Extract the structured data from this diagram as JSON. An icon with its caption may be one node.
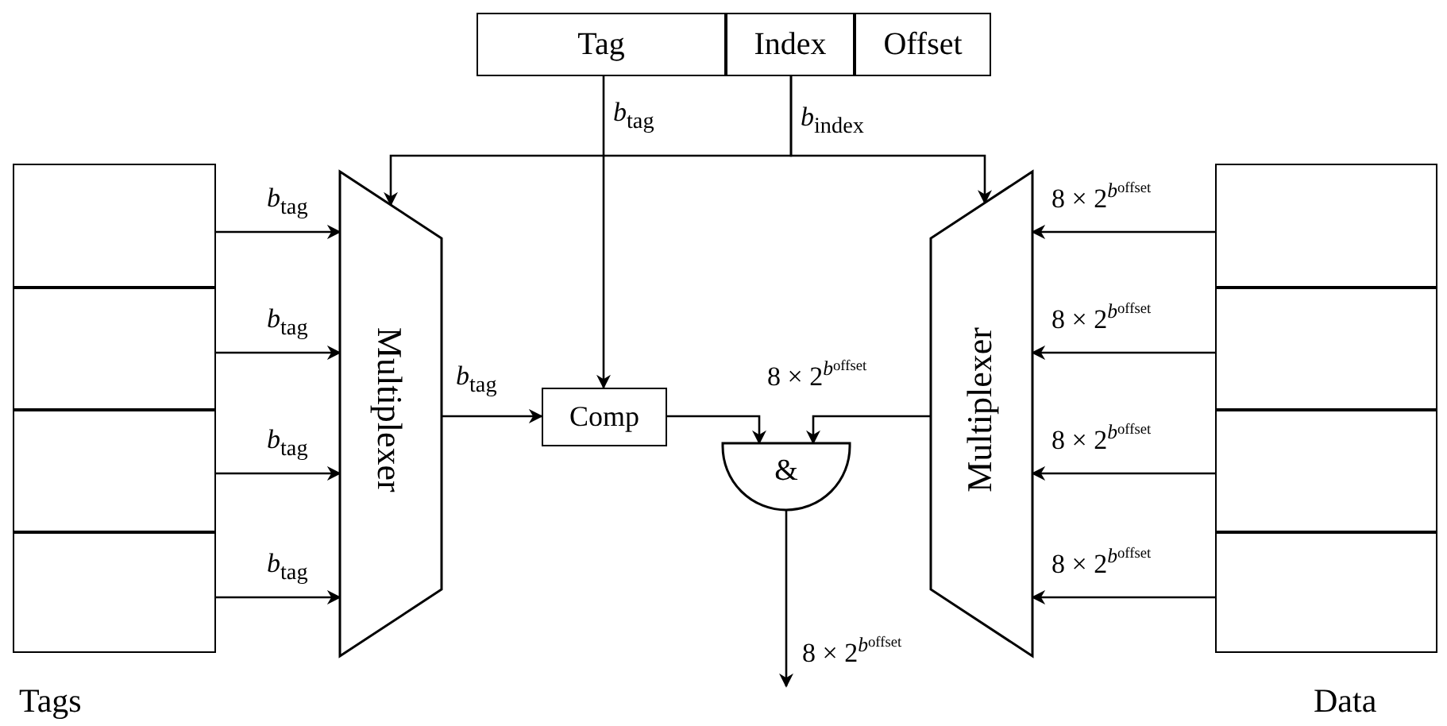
{
  "diagram": {
    "nodes": [
      {
        "text": [
          "Tag"
        ]
      },
      {
        "text": [
          "Index"
        ]
      },
      {
        "text": [
          "Offset"
        ]
      },
      {
        "text": [
          "Tags"
        ]
      },
      {
        "text": [],
        "shape": "box",
        "in": 3
      },
      {
        "text": [],
        "shape": "box",
        "in": 3
      },
      {
        "text": [],
        "shape": "box",
        "in": 3
      },
      {
        "text": [],
        "shape": "box",
        "in": 3
      },
      {
        "text": [
          "Multiplexer"
        ]
      },
      {
        "text": [
          "Comp"
        ]
      },
      {
        "text": [
          "&"
        ]
      },
      {
        "text": [
          "Multiplexer"
        ]
      },
      {
        "text": [
          "Data"
        ]
      },
      {
        "text": [],
        "shape": "box",
        "in": 12
      },
      {
        "text": [],
        "shape": "box",
        "in": 12
      },
      {
        "text": [],
        "shape": "box",
        "in": 12
      },
      {
        "text": [],
        "shape": "box",
        "in": 12
      }
    ],
    "edges": [
      {
        "from": 0,
        "to": 9,
        "arrow": "to",
        "label": "*b*$_{tag}$"
      },
      {
        "from": 1,
        "to": 8,
        "arrow": "to",
        "label": "*b*$_{index}$"
      },
      {
        "from": 1,
        "to": 11,
        "arrow": "to"
      },
      {
        "from": 4,
        "to": 8,
        "arrow": "to",
        "label": "*b*$_{tag}$"
      },
      {
        "from": 5,
        "to": 8,
        "arrow": "to",
        "label": "*b*$_{tag}$"
      },
      {
        "from": 6,
        "to": 8,
        "arrow": "to",
        "label": "*b*$_{tag}$"
      },
      {
        "from": 7,
        "to": 8,
        "arrow": "to",
        "label": "*b*$_{tag}$"
      },
      {
        "from": 8,
        "to": 9,
        "arrow": "to",
        "label": "*b*$_{tag}$"
      },
      {
        "from": 9,
        "to": 10,
        "arrow": "to"
      },
      {
        "from": 11,
        "to": 10,
        "arrow": "to",
        "label": "8 × 2$^{b}$$_{offset}$"
      },
      {
        "from": 13,
        "to": 11,
        "arrow": "to",
        "label": "8 × 2$^{b}$$_{offset}$"
      },
      {
        "from": 14,
        "to": 11,
        "arrow": "to",
        "label": "8 × 2$^{b}$$_{offset}$"
      },
      {
        "from": 15,
        "to": 11,
        "arrow": "to",
        "label": "8 × 2$^{b}$$_{offset}$"
      },
      {
        "from": 16,
        "to": 11,
        "arrow": "to",
        "label": "8 × 2$^{b}$$_{offset}$"
      },
      {
        "from": 10,
        "to": null,
        "arrow": "to",
        "label": "8 × 2$^{b}$$_{offset}$"
      }
    ]
  }
}
